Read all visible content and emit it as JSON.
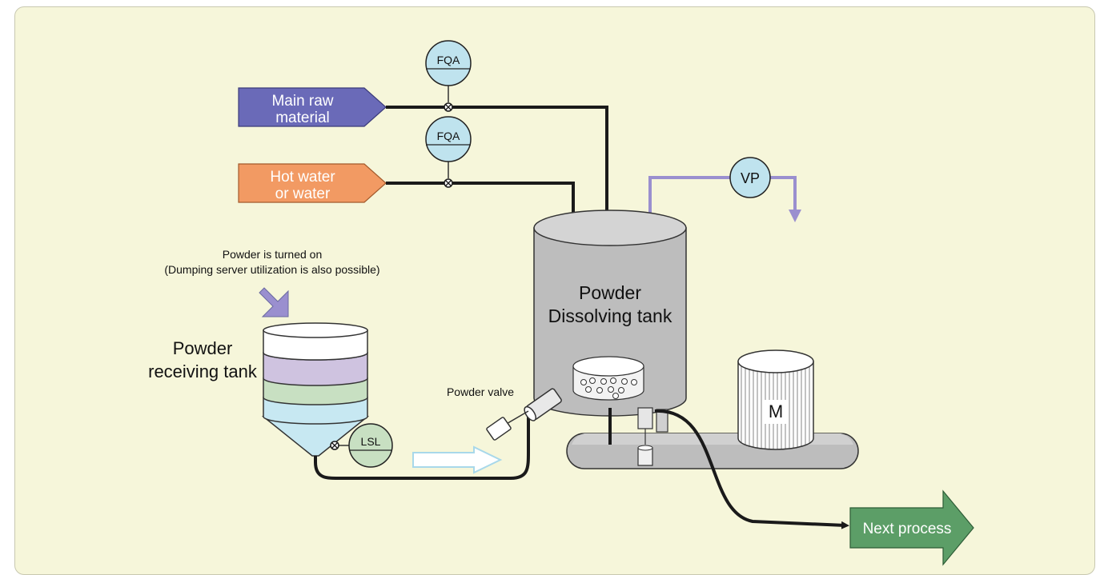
{
  "inputs": {
    "main_raw_line1": "Main raw",
    "main_raw_line2": "material",
    "hot_water_line1": "Hot water",
    "hot_water_line2": "or water"
  },
  "instruments": {
    "fqa_top": "FQA",
    "fqa_bottom": "FQA",
    "vp": "VP",
    "lsl": "LSL",
    "motor": "M"
  },
  "powder_note": {
    "line1": "Powder is turned on",
    "line2": "(Dumping server utilization is also possible)"
  },
  "receiving_tank": {
    "line1": "Powder",
    "line2": "receiving tank"
  },
  "dissolving_tank": {
    "line1": "Powder",
    "line2": "Dissolving tank"
  },
  "powder_valve": "Powder valve",
  "next_process": "Next process",
  "colors": {
    "background": "#f6f6da",
    "main_raw": "#6a6ab8",
    "hot_water": "#f29a63",
    "instrument_fill": "#bfe3ee",
    "tank_fill": "#bdbdbd",
    "vp_line": "#9a8fcf",
    "next_process": "#5c9e67",
    "receiving_band": "#cfc3e0",
    "receiving_band2": "#c8e0c2",
    "receiving_cone": "#c7e8f2"
  }
}
